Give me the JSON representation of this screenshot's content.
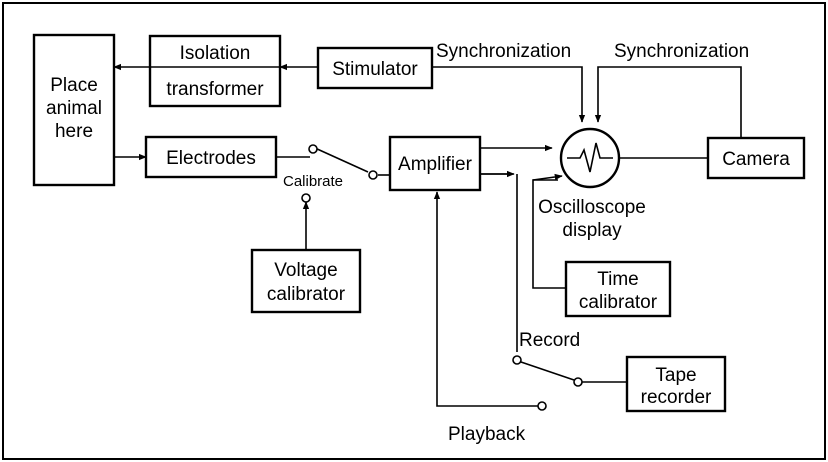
{
  "blocks": {
    "place_animal": [
      "Place",
      "animal",
      "here"
    ],
    "isolation_transformer": [
      "Isolation",
      "transformer"
    ],
    "stimulator": "Stimulator",
    "electrodes": "Electrodes",
    "amplifier": "Amplifier",
    "voltage_calibrator": [
      "Voltage",
      "calibrator"
    ],
    "time_calibrator": [
      "Time",
      "calibrator"
    ],
    "tape_recorder": [
      "Tape",
      "recorder"
    ],
    "camera": "Camera"
  },
  "labels": {
    "sync_stimulator": "Synchronization",
    "sync_camera": "Synchronization",
    "calibrate": "Calibrate",
    "oscilloscope": [
      "Oscilloscope",
      "display"
    ],
    "record": "Record",
    "playback": "Playback"
  }
}
